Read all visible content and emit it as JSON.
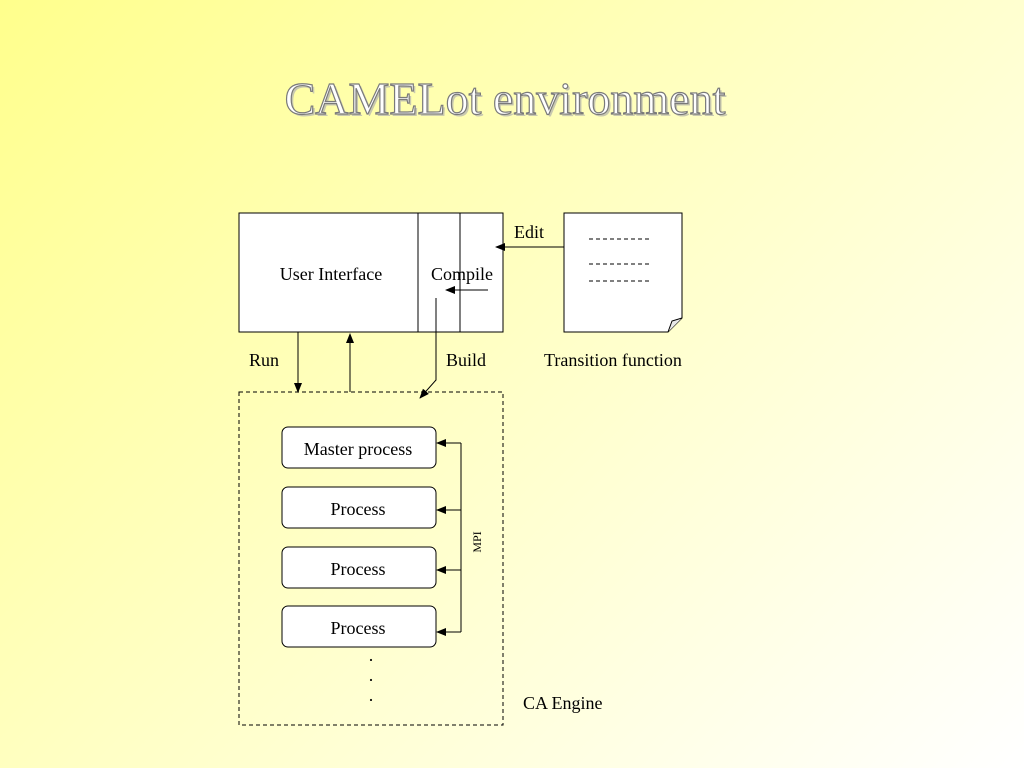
{
  "slide": {
    "title": "CAMELot environment"
  },
  "diagram": {
    "user_interface_label": "User Interface",
    "compile_label": "Compile",
    "edit_label": "Edit",
    "run_label": "Run",
    "build_label": "Build",
    "transition_function_label": "Transition function",
    "master_process_label": "Master process",
    "process_labels": [
      "Process",
      "Process",
      "Process"
    ],
    "mpi_label": "MPI",
    "ellipsis": [
      "·",
      "·",
      "·"
    ],
    "ca_engine_label": "CA Engine"
  },
  "colors": {
    "stroke": "#000000",
    "box_fill": "#ffffff"
  }
}
